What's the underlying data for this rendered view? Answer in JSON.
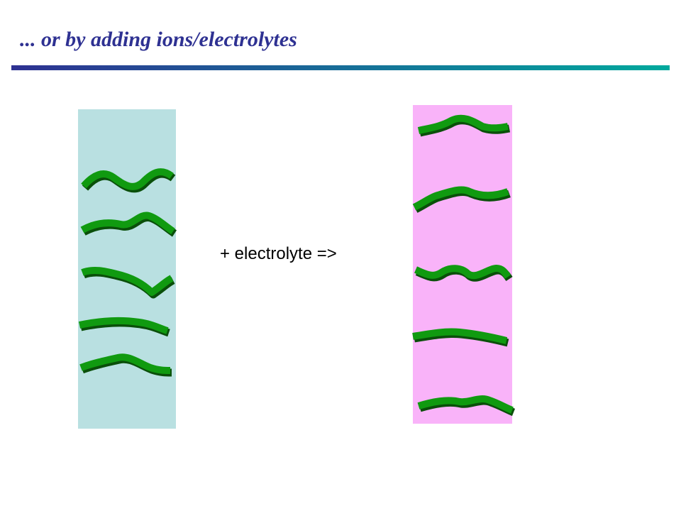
{
  "slide": {
    "title": "... or by adding ions/electrolytes",
    "title_color": "#2E3192",
    "rule_gradient": [
      "#2E3192",
      "#00A99D"
    ]
  },
  "diagram": {
    "before": {
      "fill_color": "#B9E0E1",
      "strand_count": 5
    },
    "reaction_label": "+ electrolyte =>",
    "after": {
      "fill_color": "#F9B3F9",
      "strand_count": 5
    },
    "strand_color": "#109A10",
    "strand_shadow_color": "#0A4F0A"
  }
}
